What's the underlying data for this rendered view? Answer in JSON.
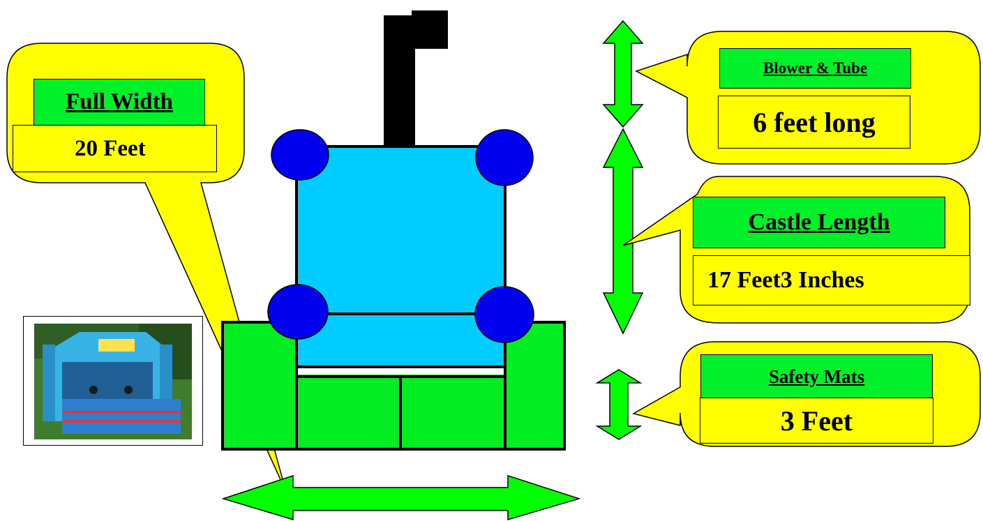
{
  "colors": {
    "castle_floor": "#00ccff",
    "turrets": "#0000ee",
    "mats": "#00ee22",
    "arrows": "#00ff00",
    "callouts": "#ffff00",
    "blower": "#000000"
  },
  "callouts": {
    "full_width": {
      "title": "Full Width",
      "value": "20 Feet"
    },
    "blower": {
      "title": "Blower & Tube",
      "value": "6 feet long"
    },
    "castle_length": {
      "title": "Castle Length",
      "value": "17 Feet3 Inches"
    },
    "safety_mats": {
      "title": "Safety Mats",
      "value": "3 Feet"
    }
  },
  "photo": {
    "subject": "bouncy-castle-photo"
  }
}
